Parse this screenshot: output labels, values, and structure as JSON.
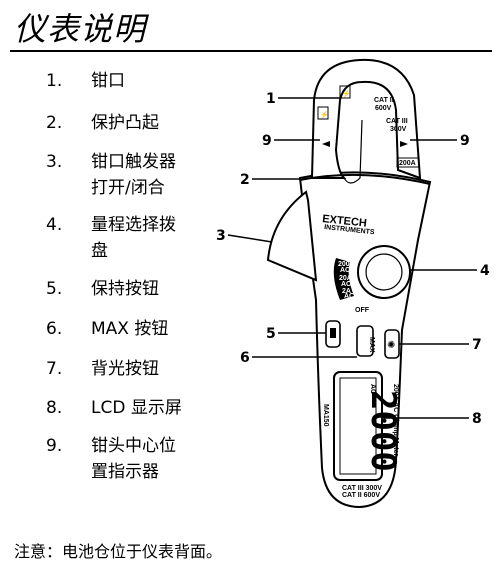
{
  "page": {
    "title": "仪表说明",
    "note": "注意：电池仓位于仪表背面。"
  },
  "items": [
    {
      "num": "1.",
      "label": "钳口"
    },
    {
      "num": "2.",
      "label": "保护凸起"
    },
    {
      "num": "3.",
      "label": "钳口触发器\n打开/闭合"
    },
    {
      "num": "4.",
      "label": "量程选择拨\n盘"
    },
    {
      "num": "5.",
      "label": "保持按钮"
    },
    {
      "num": "6.",
      "label": "MAX 按钮"
    },
    {
      "num": "7.",
      "label": "背光按钮"
    },
    {
      "num": "8.",
      "label": "LCD 显示屏"
    },
    {
      "num": "9.",
      "label": "钳头中心位\n置指示器"
    }
  ],
  "diagram": {
    "callouts": [
      "1",
      "9",
      "9",
      "2",
      "3",
      "4",
      "5",
      "6",
      "7",
      "8"
    ],
    "brand": "EXTECH",
    "brand_sub": "INSTRUMENTS",
    "cat_label_1": "CAT II",
    "cat_label_1b": "600V",
    "cat_label_2": "CAT III",
    "cat_label_2b": "300V",
    "jaw_rating": "200A",
    "dial_labels": [
      "200A",
      "AC",
      "20A",
      "AC",
      "2A",
      "AC"
    ],
    "dial_off": "OFF",
    "display_reading": "2000",
    "display_ac": "AC",
    "model": "MA150",
    "meter_name": "200A AC Clamp Meter",
    "bottom_cat_1": "CAT III 300V",
    "bottom_cat_2": "CAT II 600V"
  }
}
